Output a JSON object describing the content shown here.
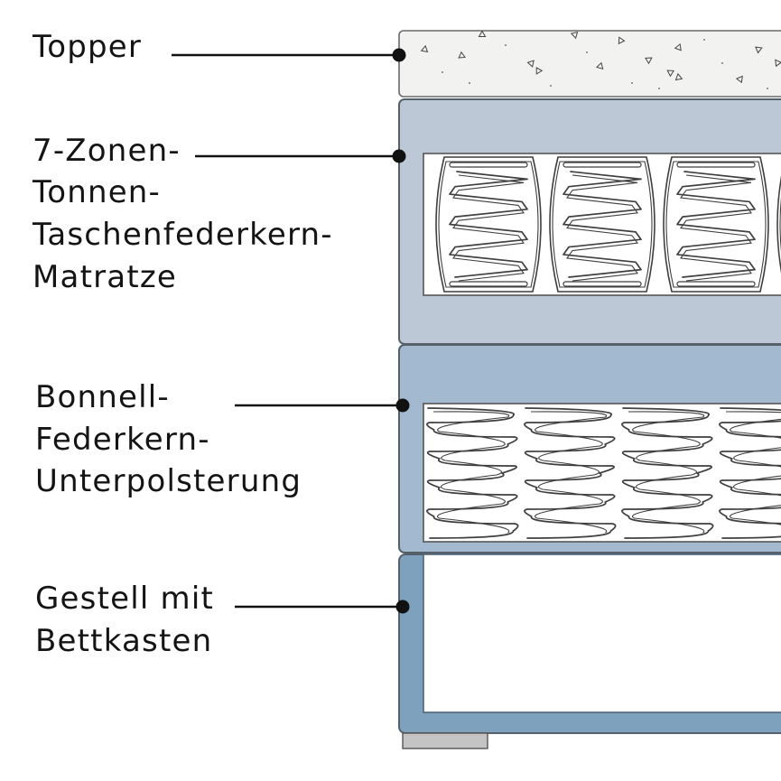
{
  "labels": {
    "topper": [
      "Topper"
    ],
    "mattress": [
      "7-Zonen-",
      "Tonnen-",
      "Taschenfederkern-",
      "Matratze"
    ],
    "underlay": [
      "Bonnell-",
      "Federkern-",
      "Unterpolsterung"
    ],
    "frame": [
      "Gestell mit",
      "Bettkasten"
    ]
  },
  "colors": {
    "topper_fill": "#f2f2f1",
    "mattress_fill": "#bdc8d6",
    "underlay_fill": "#a3b9d0",
    "frame_fill": "#7ea2be",
    "foot_fill": "#c4c4c4",
    "leader": "#111111"
  }
}
